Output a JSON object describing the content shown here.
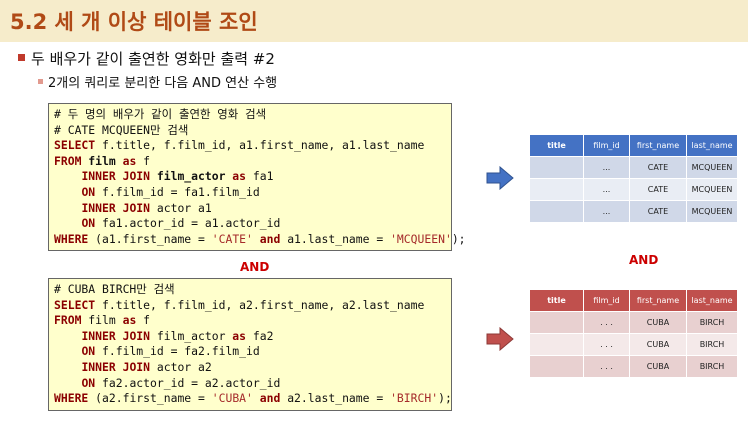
{
  "title": "5.2 세 개 이상 테이블 조인",
  "bullet1": "두 배우가 같이 출연한 영화만 출력 #2",
  "bullet2": "2개의 쿼리로 분리한 다음 AND 연산 수행",
  "query1": {
    "comment1": "# 두 명의 배우가 같이 출연한 영화 검색",
    "comment2": "# CATE MCQUEEN만 검색",
    "select_kw": "SELECT",
    "select_rest": " f.title, f.film_id, a1.first_name, a1.last_name",
    "from_kw": "FROM",
    "from_table": " film",
    "from_as": " as",
    "from_alias": " f",
    "join1_kw": "INNER JOIN",
    "join1_table": " film_actor",
    "join1_as": " as",
    "join1_alias": " fa1",
    "on1_kw": "ON",
    "on1_rest": " f.film_id = fa1.film_id",
    "join2_kw": "INNER JOIN",
    "join2_rest": " actor a1",
    "on2_kw": "ON",
    "on2_rest": " fa1.actor_id = a1.actor_id",
    "where_kw": "WHERE",
    "where_a": " (a1.first_name = ",
    "where_v1": "'CATE'",
    "where_and": " and",
    "where_b": " a1.last_name = ",
    "where_v2": "'MCQUEEN'",
    "where_end": ");"
  },
  "query2": {
    "comment1": "# CUBA BIRCH만 검색",
    "select_kw": "SELECT",
    "select_rest": " f.title, f.film_id, a2.first_name, a2.last_name",
    "from_kw": "FROM",
    "from_table": " film",
    "from_as": " as",
    "from_alias": " f",
    "join1_kw": "INNER JOIN",
    "join1_table": " film_actor",
    "join1_as": " as",
    "join1_alias": " fa2",
    "on1_kw": "ON",
    "on1_rest": " f.film_id = fa2.film_id",
    "join2_kw": "INNER JOIN",
    "join2_rest": " actor a2",
    "on2_kw": "ON",
    "on2_rest": " fa2.actor_id = a2.actor_id",
    "where_kw": "WHERE",
    "where_a": " (a2.first_name = ",
    "where_v1": "'CUBA'",
    "where_and": " and",
    "where_b": " a2.last_name = ",
    "where_v2": "'BIRCH'",
    "where_end": ");"
  },
  "and_middle": "AND",
  "and_right": "AND",
  "result1": {
    "headers": [
      "title",
      "film_id",
      "first_name",
      "last_name"
    ],
    "rows": [
      [
        "",
        "...",
        "CATE",
        "MCQUEEN"
      ],
      [
        "",
        "...",
        "CATE",
        "MCQUEEN"
      ],
      [
        "",
        "...",
        "CATE",
        "MCQUEEN"
      ]
    ]
  },
  "result2": {
    "headers": [
      "title",
      "film_id",
      "first_name",
      "last_name"
    ],
    "rows": [
      [
        "",
        ". . .",
        "CUBA",
        "BIRCH"
      ],
      [
        "",
        ". . .",
        "CUBA",
        "BIRCH"
      ],
      [
        "",
        ". . .",
        "CUBA",
        "BIRCH"
      ]
    ]
  },
  "colors": {
    "title_bg": "#f6eccb",
    "title_fg": "#b04a16",
    "blue_header": "#4472c4",
    "red_header": "#c0504d",
    "arrow_blue": "#4472c4",
    "arrow_red": "#c0504d"
  },
  "icons": [
    "right-arrow-icon-blue",
    "right-arrow-icon-red"
  ]
}
